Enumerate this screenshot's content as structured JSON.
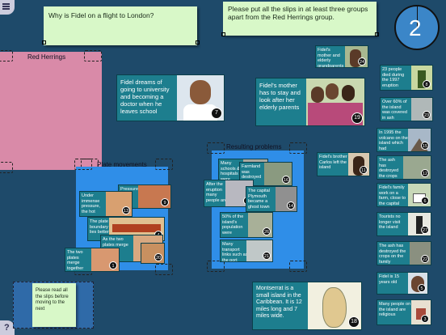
{
  "menu_icon": "hamburger-menu-icon",
  "help_icon": "question-mark-icon",
  "timer": {
    "value": "2"
  },
  "question_note": {
    "text": "Why is Fidel on a flight to London?"
  },
  "instruction_note": {
    "text": "Please put all the slips in at least three groups apart from the Red Herrings group."
  },
  "reminder_note": {
    "text": "Please read all the slips before moving to the next"
  },
  "groups": {
    "red_herrings": {
      "label": "Red Herrings",
      "color": "#d98aa8"
    },
    "plate_movements": {
      "label": "Plate movements"
    },
    "resulting_problems": {
      "label": "Resulting problems"
    }
  },
  "slips": {
    "s7": {
      "text": "Fidel dreams of going to university and becoming a doctor when he leaves school",
      "num": "7"
    },
    "s19": {
      "text": "Fidel's mother has to stay and look after her elderly parents",
      "num": "19"
    },
    "s18": {
      "text": "Montserrat is a small island in the Caribbean. It is 12 miles long and 7 miles wide.",
      "num": "18"
    },
    "s24": {
      "text": "Fidel's mother and elderly grandparents",
      "num": "24"
    },
    "s8": {
      "text": "23 people died during the 1997 eruption",
      "num": "8"
    },
    "s23": {
      "text": "Over 60% of the island was covered in ash",
      "num": "23"
    },
    "s15": {
      "text": "In 1995 the volcano on the island which had",
      "num": "15"
    },
    "s11": {
      "text": "Fidel's brother Carlos left the island",
      "num": "11"
    },
    "s12": {
      "text": "The ash has destroyed the crops",
      "num": "12"
    },
    "s6": {
      "text": "Fidel's family work on a farm, close to the capital",
      "num": "6"
    },
    "s27": {
      "text": "Tourists no longer visit the island",
      "num": "27"
    },
    "s22": {
      "text": "The ash has destroyed the crops on the family",
      "num": "22"
    },
    "s5": {
      "text": "Fidel is 15 years old",
      "num": "5"
    },
    "s3": {
      "text": "Many people on the island are religious",
      "num": "3"
    },
    "p_pressure": {
      "text": "Pressure",
      "num": "9"
    },
    "p_under": {
      "text": "Under immense pressure, the hot",
      "num": "13"
    },
    "p_plate": {
      "text": "The plate boundary lies better",
      "num": "4"
    },
    "p_two": {
      "text": "The two plates merge together",
      "num": "1"
    },
    "p_as": {
      "text": "As the two plates merge",
      "num": "10"
    },
    "p_20": {
      "text": "",
      "num": "20"
    },
    "r_schools": {
      "text": "Many schools & hospitals were closed",
      "num": "25"
    },
    "r_farmland": {
      "text": "Farmland was destroyed",
      "num": "16"
    },
    "r_after": {
      "text": "After the eruption many people are",
      "num": "2"
    },
    "r_capital": {
      "text": "The capital Plymouth became a ghost town",
      "num": "14"
    },
    "r_50": {
      "text": "50% of the island's population were",
      "num": "26"
    },
    "r_transport": {
      "text": "Many transport links such as the port",
      "num": "21"
    }
  }
}
